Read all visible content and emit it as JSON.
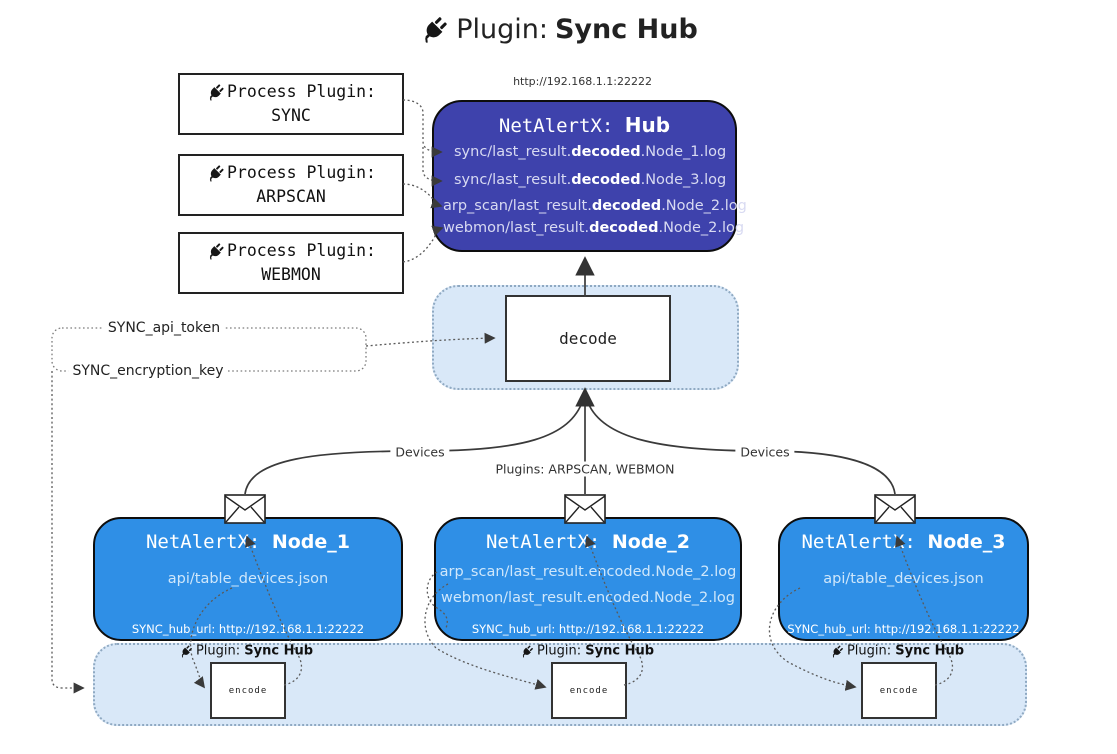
{
  "title": {
    "prefix": "Plugin: ",
    "bold": "Sync Hub"
  },
  "hub": {
    "url": "http://192.168.1.1:22222",
    "name_prefix": "NetAlertX: ",
    "name_bold": "Hub",
    "logs": [
      {
        "pre": "sync/last_result.",
        "bold": "decoded",
        "post": ".Node_1.log"
      },
      {
        "pre": "sync/last_result.",
        "bold": "decoded",
        "post": ".Node_3.log"
      },
      {
        "pre": "arp_scan/last_result.",
        "bold": "decoded",
        "post": ".Node_2.log"
      },
      {
        "pre": "webmon/last_result.",
        "bold": "decoded",
        "post": ".Node_2.log"
      }
    ]
  },
  "process_plugins": [
    {
      "line1": "Process Plugin:",
      "name": "SYNC"
    },
    {
      "line1": "Process Plugin:",
      "name": "ARPSCAN"
    },
    {
      "line1": "Process Plugin:",
      "name": "WEBMON"
    }
  ],
  "decode": {
    "label": "decode"
  },
  "settings": {
    "api_token": "SYNC_api_token",
    "encryption_key": "SYNC_encryption_key"
  },
  "edges": {
    "devices_left": "Devices",
    "plugins_mid": "Plugins: ARPSCAN, WEBMON",
    "devices_right": "Devices"
  },
  "nodes": [
    {
      "name_prefix": "NetAlertX: ",
      "name_bold": "Node_1",
      "files": [
        "api/table_devices.json"
      ],
      "hub_url": "SYNC_hub_url: http://192.168.1.1:22222"
    },
    {
      "name_prefix": "NetAlertX: ",
      "name_bold": "Node_2",
      "files": [
        "arp_scan/last_result.encoded.Node_2.log",
        "webmon/last_result.encoded.Node_2.log"
      ],
      "hub_url": "SYNC_hub_url: http://192.168.1.1:22222"
    },
    {
      "name_prefix": "NetAlertX: ",
      "name_bold": "Node_3",
      "files": [
        "api/table_devices.json"
      ],
      "hub_url": "SYNC_hub_url: http://192.168.1.1:22222"
    }
  ],
  "encoders": [
    {
      "label_prefix": "Plugin: ",
      "label_bold": "Sync Hub",
      "box_label": "encode"
    },
    {
      "label_prefix": "Plugin: ",
      "label_bold": "Sync Hub",
      "box_label": "encode"
    },
    {
      "label_prefix": "Plugin: ",
      "label_bold": "Sync Hub",
      "box_label": "encode"
    }
  ],
  "icons": {
    "plug": "plug-icon",
    "envelope": "envelope-icon"
  },
  "colors": {
    "hub_fill": "#3e42ac",
    "node_fill": "#2f8fe6",
    "panel_fill": "#d9e8f8",
    "panel_border": "#8fa9c2",
    "line": "#3a3a3a",
    "dotted": "#5a5a5a",
    "hub_text": "#d8daf2",
    "node_text": "#cfe7fb"
  }
}
